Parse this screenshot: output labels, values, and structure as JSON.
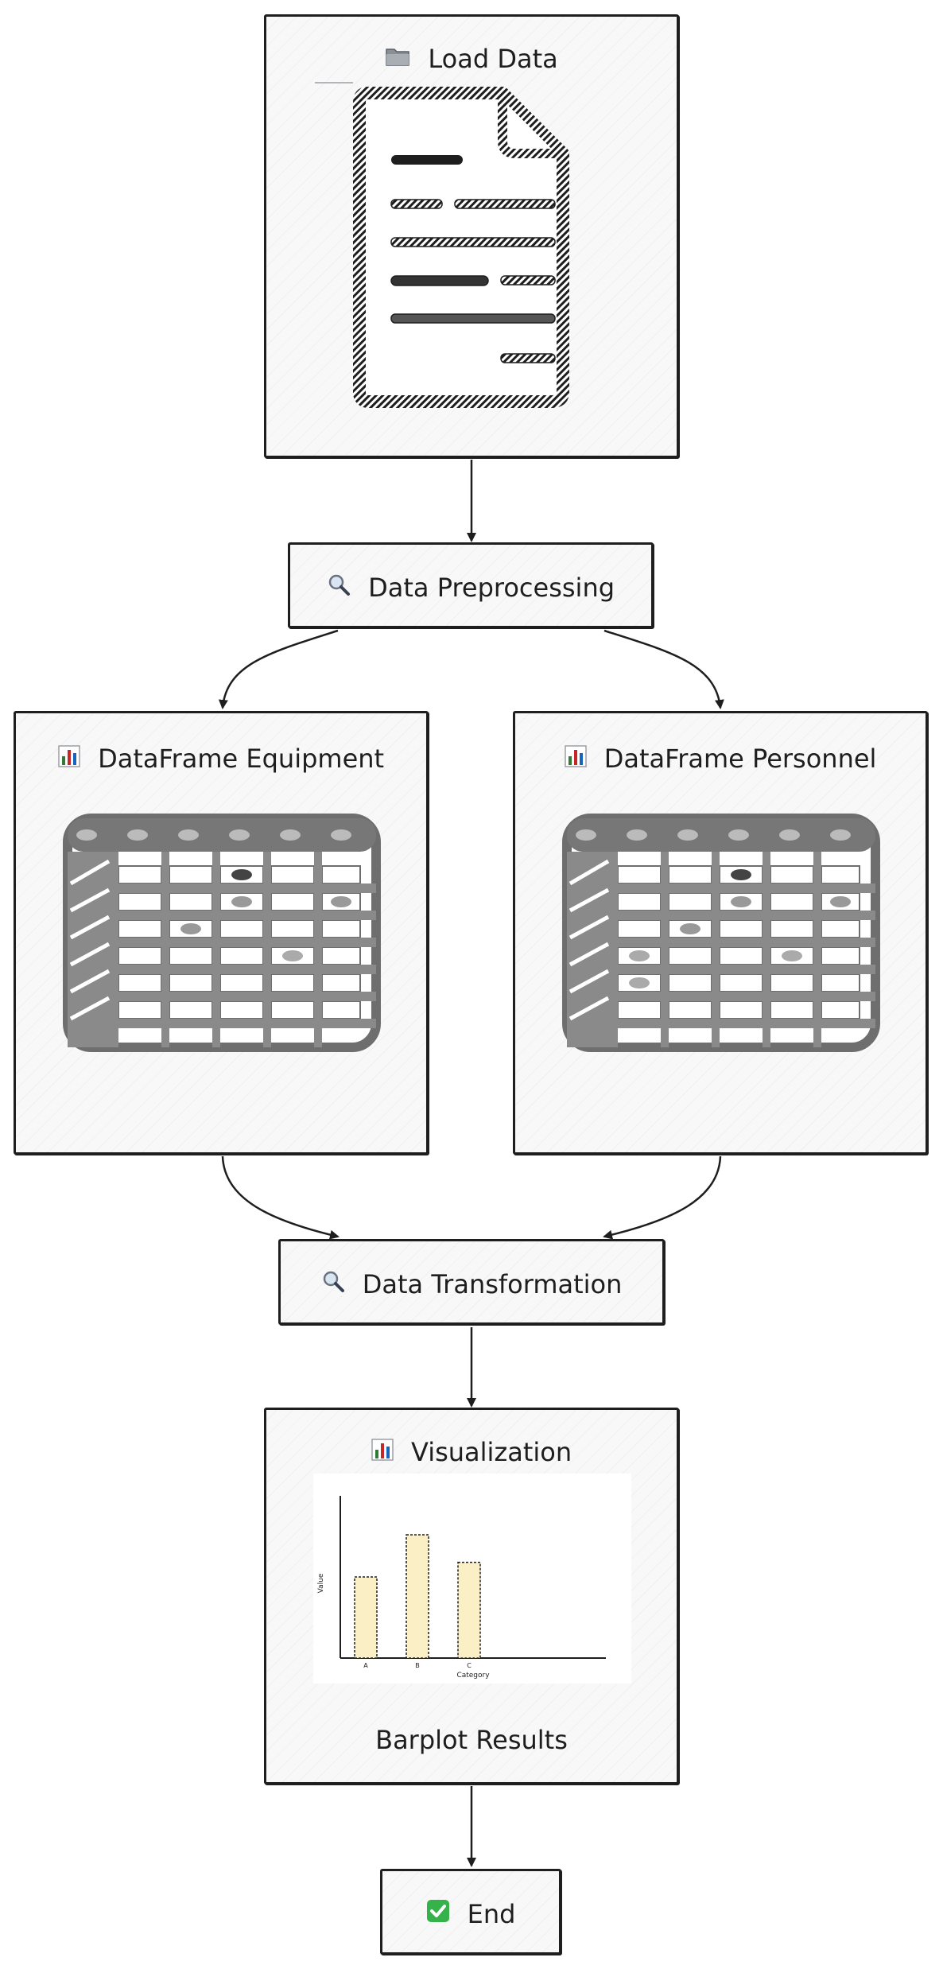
{
  "nodes": {
    "load": {
      "label": "Load Data",
      "icon": "folder-icon"
    },
    "preprocess": {
      "label": "Data Preprocessing",
      "icon": "magnifier-icon"
    },
    "equipment": {
      "label": "DataFrame Equipment",
      "icon": "bar-chart-icon"
    },
    "personnel": {
      "label": "DataFrame Personnel",
      "icon": "bar-chart-icon"
    },
    "transform": {
      "label": "Data Transformation",
      "icon": "magnifier-icon"
    },
    "visualization": {
      "label": "Visualization",
      "icon": "bar-chart-icon",
      "caption": "Barplot Results"
    },
    "end": {
      "label": "End",
      "icon": "check-icon"
    }
  },
  "chart_data": {
    "type": "bar",
    "categories": [
      "A",
      "B",
      "C"
    ],
    "values": [
      5,
      7.6,
      5.9
    ],
    "xlabel": "Category",
    "ylabel": "Value",
    "ylim": [
      0,
      10
    ],
    "bar_color": "#fbefc5"
  },
  "colors": {
    "stroke": "#1e1e1e",
    "node_fill": "#f8f8f8",
    "check_green": "#36b24a"
  }
}
